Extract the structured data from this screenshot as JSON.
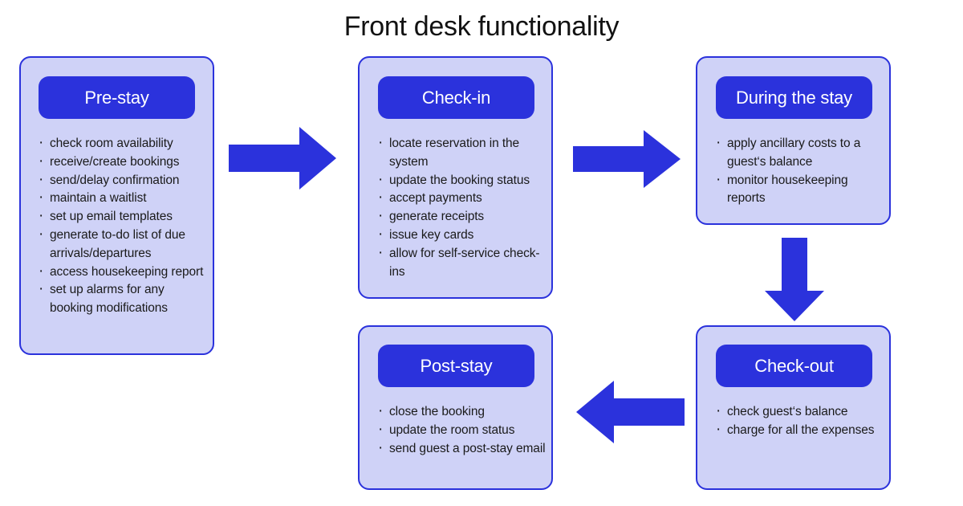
{
  "title": "Front desk functionality",
  "theme": {
    "accent": "#2b32dc",
    "card_bg": "#cfd2f7",
    "card_border": "#2b32dc",
    "pill_text": "#ffffff",
    "body_text": "#1a1a1a",
    "page_bg": "#ffffff"
  },
  "stages": [
    {
      "id": "pre-stay",
      "label": "Pre-stay",
      "items": [
        "check room availability",
        "receive/create bookings",
        "send/delay confirmation",
        "maintain a waitlist",
        "set up email templates",
        "generate to-do list of due arrivals/departures",
        "access housekeeping report",
        "set up alarms for any booking modifications"
      ]
    },
    {
      "id": "check-in",
      "label": "Check-in",
      "items": [
        "locate reservation in the system",
        "update the booking status",
        "accept payments",
        "generate receipts",
        "issue key cards",
        "allow for self-service check-ins"
      ]
    },
    {
      "id": "during-the-stay",
      "label": "During the stay",
      "items": [
        "apply ancillary costs to a guest‘s balance",
        "monitor housekeeping reports"
      ]
    },
    {
      "id": "check-out",
      "label": "Check-out",
      "items": [
        "check guest‘s balance",
        "charge for all the expenses"
      ]
    },
    {
      "id": "post-stay",
      "label": "Post-stay",
      "items": [
        "close the booking",
        "update the room status",
        "send guest a post-stay email"
      ]
    }
  ],
  "arrows": [
    {
      "id": "pre-stay-to-check-in",
      "direction": "right"
    },
    {
      "id": "check-in-to-during-the-stay",
      "direction": "right"
    },
    {
      "id": "during-the-stay-to-check-out",
      "direction": "down"
    },
    {
      "id": "check-out-to-post-stay",
      "direction": "left"
    }
  ]
}
